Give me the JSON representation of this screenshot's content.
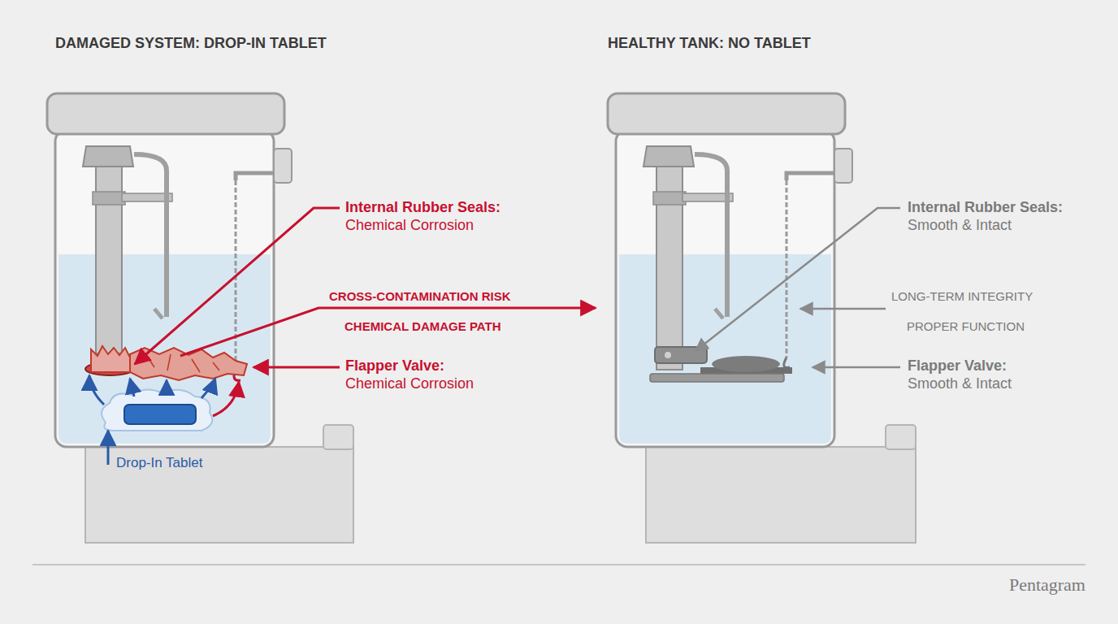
{
  "diagram": {
    "labels": [
      "DAMAGED SYSTEM: DROP-IN TABLET",
      "HEALTHY TANK: NO TABLET",
      "Internal Rubber Seals:",
      "Chemical Corrosion",
      "CROSS-CONTAMINATION RISK",
      "CHEMICAL DAMAGE PATH",
      "Flapper Valve:",
      "Chemical Corrosion",
      "Drop-In Tablet",
      "Internal Rubber Seals:",
      "Smooth & Intact",
      "LONG-TERM INTEGRITY",
      "PROPER FUNCTION",
      "Flapper Valve:",
      "Smooth & Intact",
      "Pentagram"
    ]
  }
}
